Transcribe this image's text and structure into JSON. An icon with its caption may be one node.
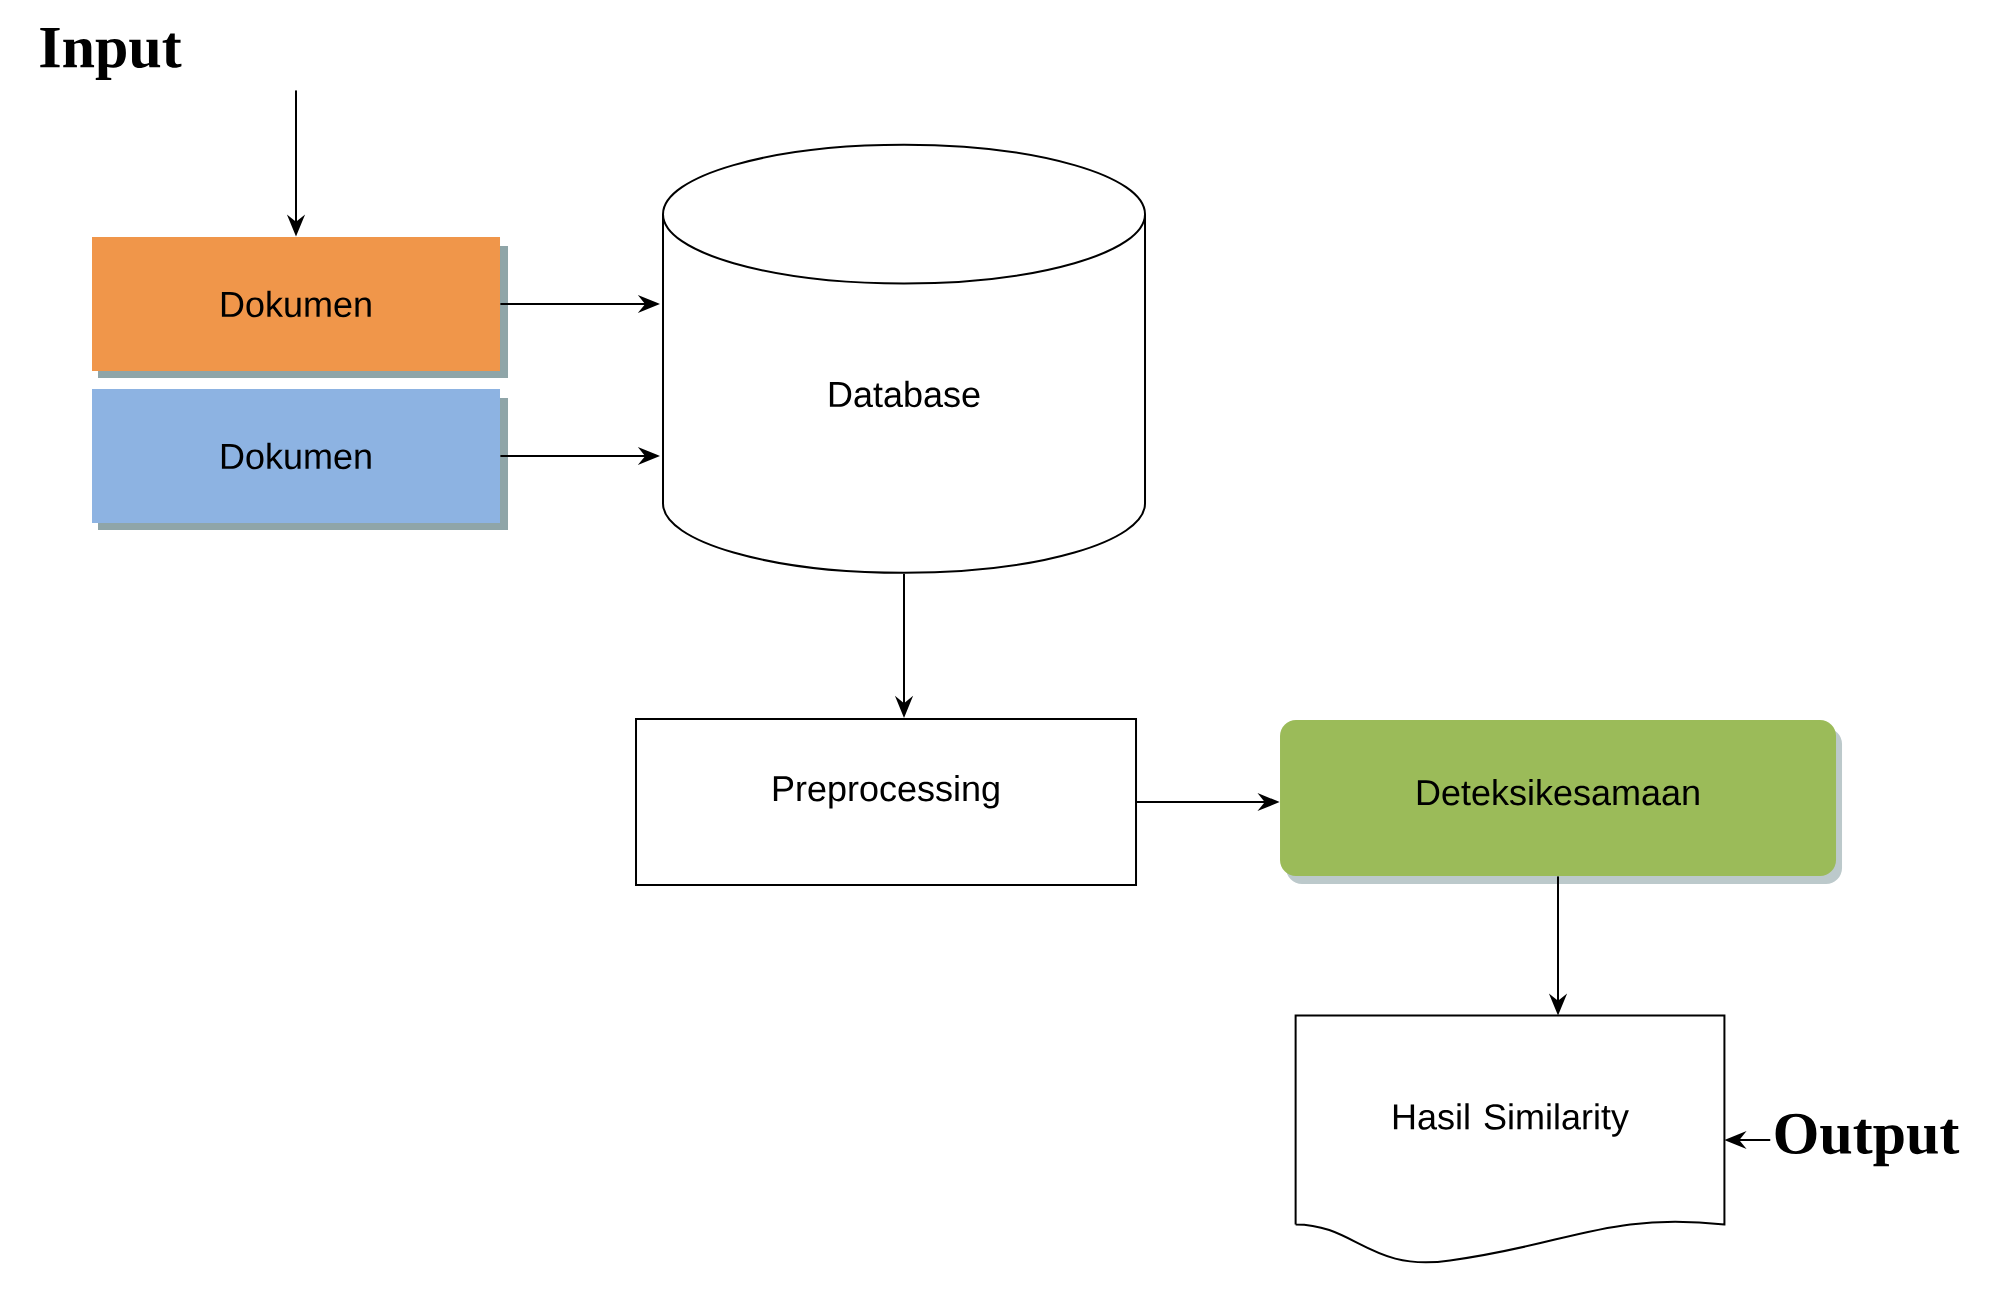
{
  "diagram": {
    "nodes": [
      {
        "text": [
          "Input"
        ]
      },
      {
        "text": [
          "Dokumen"
        ]
      },
      {
        "text": [
          "Dokumen"
        ]
      },
      {
        "text": [
          "Database"
        ]
      },
      {
        "text": [
          "Preprocessing"
        ]
      },
      {
        "text": [
          "Deteksikesamaan"
        ]
      },
      {
        "text": [
          "Hasil Similarity"
        ]
      },
      {
        "text": [
          "Output"
        ]
      }
    ],
    "edges": [
      {
        "from": 0,
        "to": 1,
        "arrow": "to"
      },
      {
        "from": 1,
        "to": 3,
        "arrow": "to"
      },
      {
        "from": 2,
        "to": 3,
        "arrow": "to"
      },
      {
        "from": 3,
        "to": 4,
        "arrow": "to"
      },
      {
        "from": 4,
        "to": 5,
        "arrow": "to"
      },
      {
        "from": 5,
        "to": 6,
        "arrow": "to"
      },
      {
        "from": 7,
        "to": 6,
        "arrow": "to"
      }
    ]
  }
}
